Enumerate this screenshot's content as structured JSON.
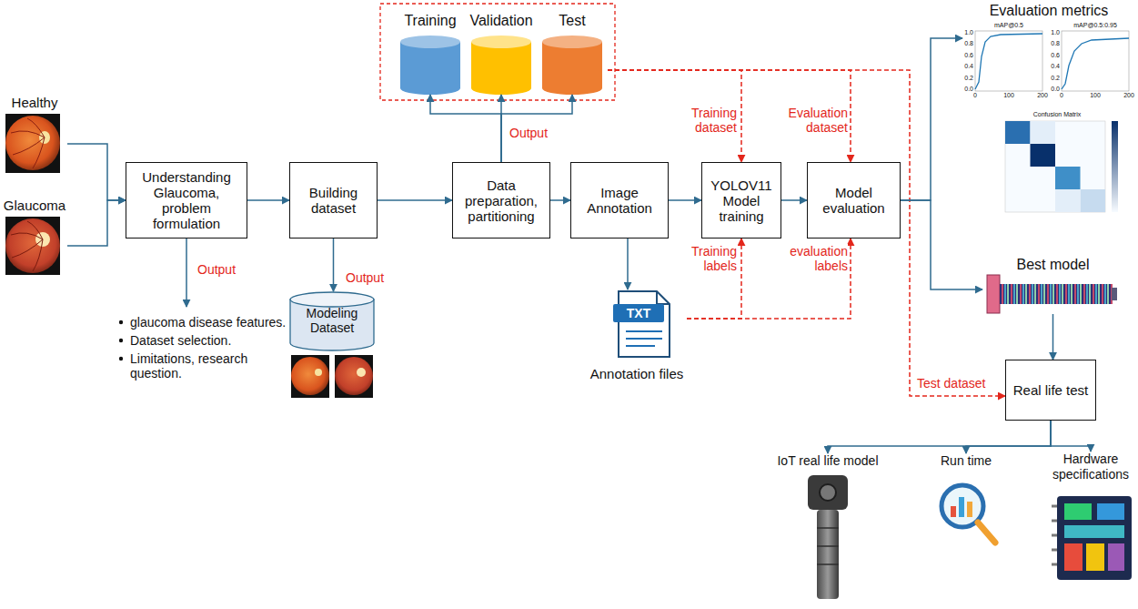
{
  "diagram": {
    "nodes": [
      {
        "text": [
          "Healthy"
        ]
      },
      {
        "text": [
          "Glaucoma"
        ]
      },
      {
        "text": [
          "Understanding Glaucoma, problem formulation"
        ]
      },
      {
        "text": [
          "Building dataset"
        ]
      },
      {
        "text": [
          "Data preparation, partitioning"
        ]
      },
      {
        "text": [
          "Image Annotation"
        ]
      },
      {
        "text": [
          "YOLOV11 Model training"
        ]
      },
      {
        "text": [
          "Model evaluation"
        ]
      },
      {
        "text": [
          "Real life test"
        ]
      },
      {
        "text": [
          "Training"
        ]
      },
      {
        "text": [
          "Validation"
        ]
      },
      {
        "text": [
          "Test"
        ]
      },
      {
        "text": [
          "Modeling Dataset"
        ]
      },
      {
        "text": [
          "TXT",
          "Annotation files"
        ]
      },
      {
        "text": [
          "Evaluation metrics"
        ]
      },
      {
        "text": [
          "Best model"
        ]
      },
      {
        "text": [
          "IoT real life model"
        ]
      },
      {
        "text": [
          "Run time"
        ]
      },
      {
        "text": [
          "Hardware specifications"
        ]
      }
    ],
    "edges": [
      {
        "from": 0,
        "to": 2,
        "arrow": "to"
      },
      {
        "from": 1,
        "to": 2,
        "arrow": "to"
      },
      {
        "from": 2,
        "to": 3,
        "arrow": "to"
      },
      {
        "from": 3,
        "to": 4,
        "arrow": "to"
      },
      {
        "from": 4,
        "to": 5,
        "arrow": "to"
      },
      {
        "from": 5,
        "to": 6,
        "arrow": "to"
      },
      {
        "from": 6,
        "to": 7,
        "arrow": "to"
      },
      {
        "from": 3,
        "to": 12,
        "label": "Output",
        "arrow": "to"
      },
      {
        "from": 4,
        "to": 9,
        "arrow": "to"
      },
      {
        "from": 4,
        "to": 10,
        "label": "Output",
        "arrow": "to"
      },
      {
        "from": 4,
        "to": 11,
        "arrow": "to"
      },
      {
        "from": 5,
        "to": 13,
        "arrow": "to"
      },
      {
        "from": 13,
        "to": 6,
        "label": "Training labels",
        "arrow": "to"
      },
      {
        "from": 13,
        "to": 7,
        "label": "evaluation labels",
        "arrow": "to"
      },
      {
        "from": 11,
        "to": 6,
        "label": "Training dataset",
        "arrow": "to"
      },
      {
        "from": 11,
        "to": 7,
        "label": "Evaluation dataset",
        "arrow": "to"
      },
      {
        "from": 11,
        "to": 8,
        "label": "Test dataset",
        "arrow": "to"
      },
      {
        "from": 7,
        "to": 14,
        "arrow": "to"
      },
      {
        "from": 7,
        "to": 15,
        "arrow": "to"
      },
      {
        "from": 15,
        "to": 8,
        "arrow": "to"
      },
      {
        "from": 8,
        "to": 16,
        "arrow": "to"
      },
      {
        "from": 8,
        "to": 17,
        "arrow": "to"
      },
      {
        "from": 8,
        "to": 18,
        "arrow": "to"
      }
    ],
    "labels": [
      "Output",
      "glaucoma disease features.",
      "Dataset selection.",
      "Limitations, research question.",
      "mAP@0.5",
      "mAP@0.5:0.95",
      "Confusion Matrix",
      "1.0",
      "0.8",
      "0.6",
      "0.4",
      "0.2",
      "0.0",
      "0",
      "100",
      "200",
      "1.0",
      "0.8",
      "0.6",
      "0.4",
      "0.2",
      "0.0",
      "0",
      "100",
      "200"
    ]
  }
}
